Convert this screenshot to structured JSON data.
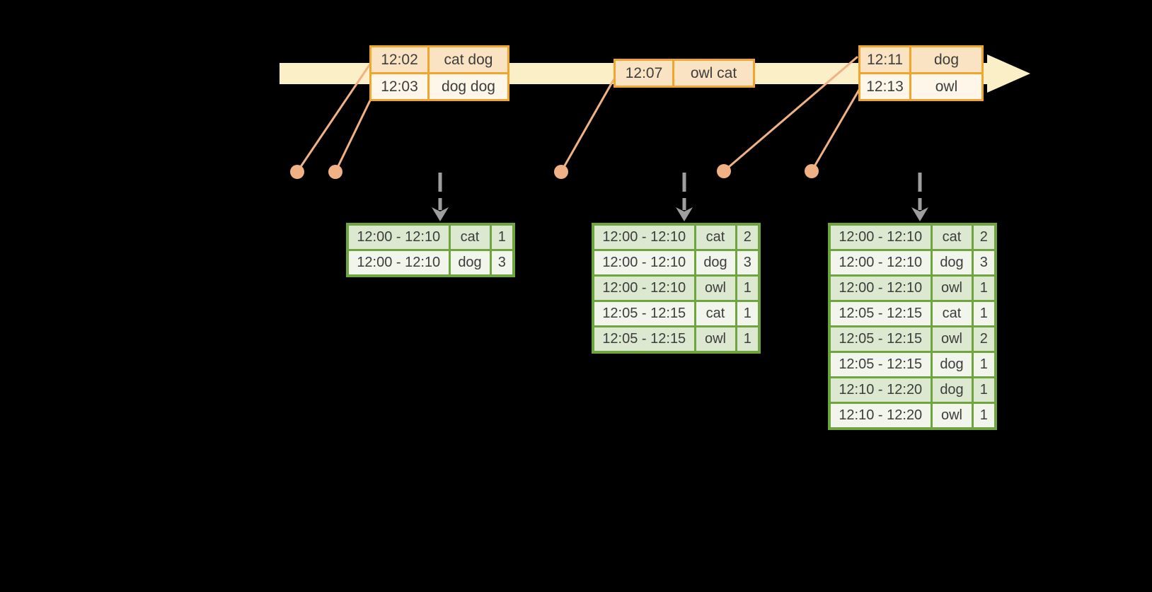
{
  "colors": {
    "background": "#000000",
    "timeline-fill": "#FBEFC8",
    "input-border": "#F0A62D",
    "input-row-odd": "#FAE3C2",
    "input-row-even": "#FEF6E8",
    "connector": "#F0B285",
    "result-border": "#6FA53F",
    "result-row-odd": "#DDE8D0",
    "result-row-even": "#F1F5EB",
    "trigger-arrow": "#9E9E9E",
    "text": "#3D3D3D"
  },
  "input_tables": [
    {
      "rows": [
        [
          "12:02",
          "cat dog"
        ],
        [
          "12:03",
          "dog dog"
        ]
      ]
    },
    {
      "rows": [
        [
          "12:07",
          "owl cat"
        ]
      ]
    },
    {
      "rows": [
        [
          "12:11",
          "dog"
        ],
        [
          "12:13",
          "owl"
        ]
      ]
    }
  ],
  "result_tables": [
    {
      "rows": [
        [
          "12:00 - 12:10",
          "cat",
          "1"
        ],
        [
          "12:00 - 12:10",
          "dog",
          "3"
        ]
      ]
    },
    {
      "rows": [
        [
          "12:00 - 12:10",
          "cat",
          "2"
        ],
        [
          "12:00 - 12:10",
          "dog",
          "3"
        ],
        [
          "12:00 - 12:10",
          "owl",
          "1"
        ],
        [
          "12:05 - 12:15",
          "cat",
          "1"
        ],
        [
          "12:05 - 12:15",
          "owl",
          "1"
        ]
      ]
    },
    {
      "rows": [
        [
          "12:00 - 12:10",
          "cat",
          "2"
        ],
        [
          "12:00 - 12:10",
          "dog",
          "3"
        ],
        [
          "12:00 - 12:10",
          "owl",
          "1"
        ],
        [
          "12:05 - 12:15",
          "cat",
          "1"
        ],
        [
          "12:05 - 12:15",
          "owl",
          "2"
        ],
        [
          "12:05 - 12:15",
          "dog",
          "1"
        ],
        [
          "12:10 - 12:20",
          "dog",
          "1"
        ],
        [
          "12:10 - 12:20",
          "owl",
          "1"
        ]
      ]
    }
  ]
}
